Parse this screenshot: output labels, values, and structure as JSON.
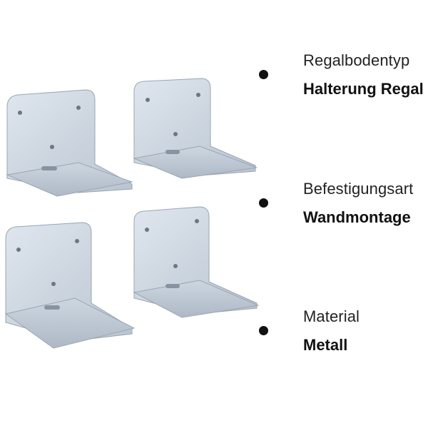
{
  "product": {
    "image_subject": "wall-mounted-shelf-brackets",
    "bracket_count": 4,
    "bracket_color": "#c9d2dc"
  },
  "specs": [
    {
      "label": "Regalbodentyp",
      "value": "Halterung Regal"
    },
    {
      "label": "Befestigungsart",
      "value": "Wandmontage"
    },
    {
      "label": "Material",
      "value": "Metall"
    }
  ],
  "colors": {
    "bullet": "#111111",
    "text": "#222222"
  }
}
